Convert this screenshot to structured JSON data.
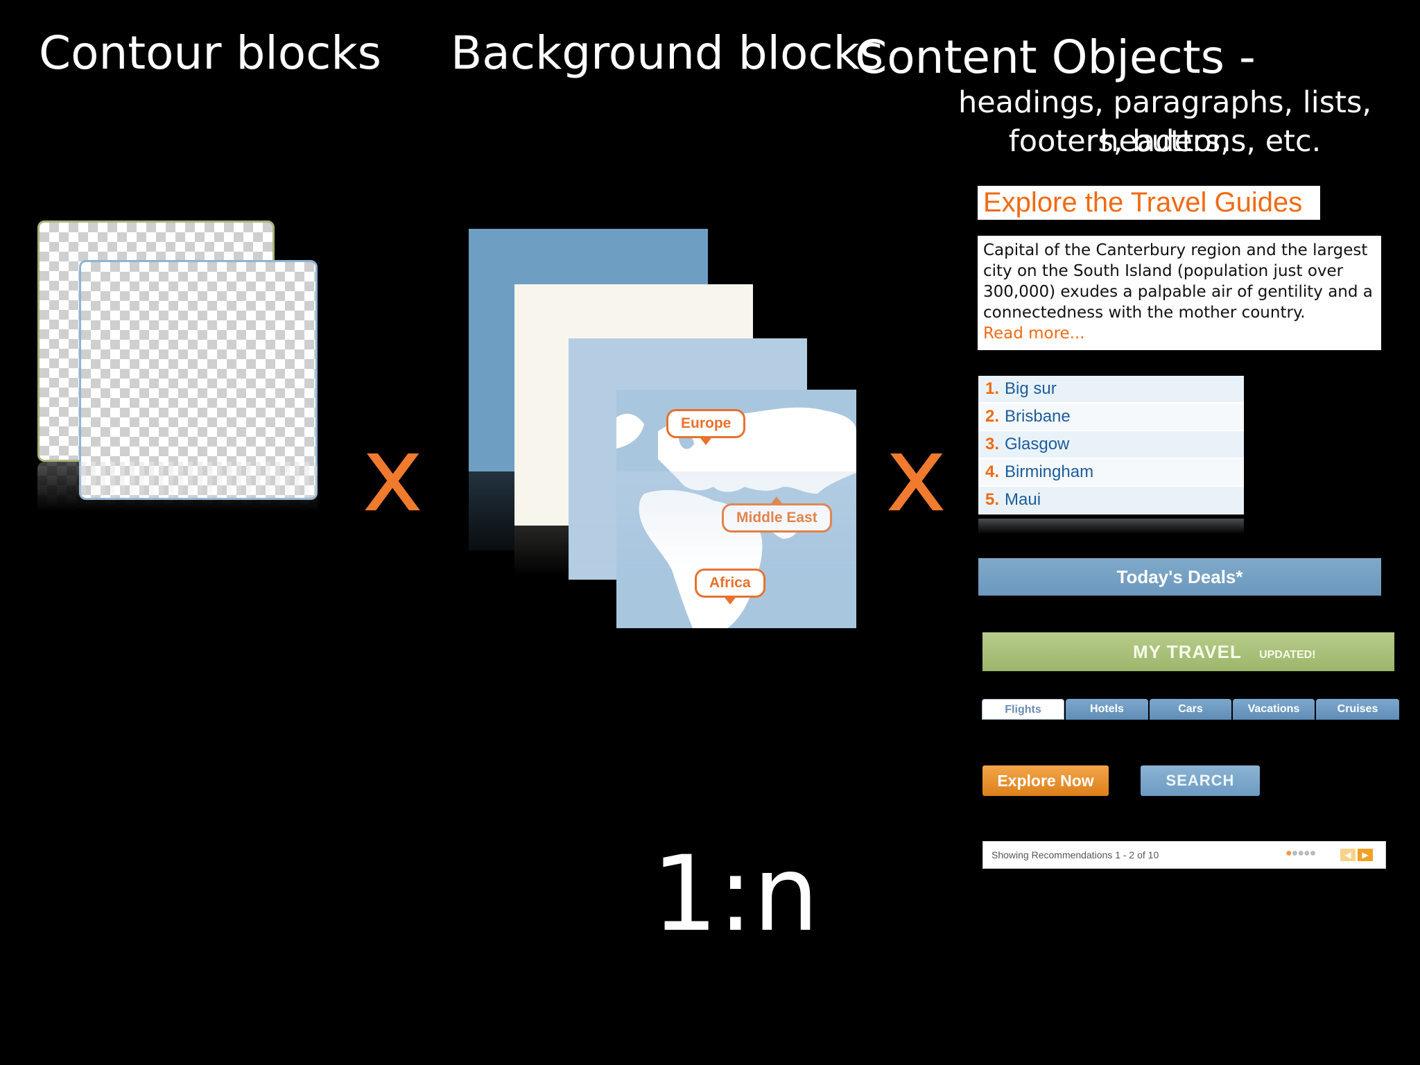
{
  "headings": {
    "contour": "Contour blocks",
    "background": "Background blocks",
    "content": "Content Objects -",
    "content_sub_1": "headings, paragraphs, lists, headers,",
    "content_sub_2": "footers, buttons, etc."
  },
  "operators": {
    "times": "x",
    "ratio": "1:n"
  },
  "colors": {
    "accent": "#f07a2e",
    "map_blue": "#a9c6df",
    "slate_blue": "#6e9fc3",
    "cream": "#f8f6ec",
    "light_blue": "#b5cde3"
  },
  "map": {
    "labels": [
      {
        "text": "Europe"
      },
      {
        "text": "Middle East"
      },
      {
        "text": "Africa"
      }
    ]
  },
  "content": {
    "guide_title": "Explore the Travel Guides",
    "paragraph": "Capital of the Canterbury region and the largest city on the South Island (population just over 300,000) exudes a palpable air of gentility and a connectedness with the mother country.",
    "read_more": "Read more...",
    "list": [
      {
        "num": "1.",
        "text": "Big sur"
      },
      {
        "num": "2.",
        "text": "Brisbane"
      },
      {
        "num": "3.",
        "text": "Glasgow"
      },
      {
        "num": "4.",
        "text": "Birmingham"
      },
      {
        "num": "5.",
        "text": "Maui"
      }
    ],
    "deals_bar": "Today's Deals*",
    "my_travel": "MY TRAVEL",
    "updated_badge": "UPDATED!",
    "tabs": [
      "Flights",
      "Hotels",
      "Cars",
      "Vacations",
      "Cruises"
    ],
    "explore_button": "Explore Now",
    "search_button": "SEARCH",
    "pager_text": "Showing Recommendations 1 - 2 of 10"
  }
}
